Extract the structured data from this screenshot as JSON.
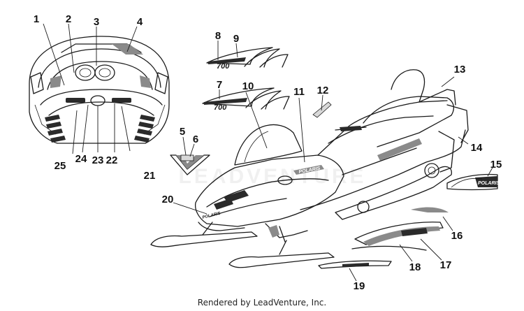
{
  "credit": "Rendered by LeadVenture, Inc.",
  "watermark": "LEADVENTURE",
  "decal_text": {
    "model_small": "700",
    "brand": "POLARIS",
    "hood_brand": "POLARIS",
    "nose_brand": "POLARIS"
  },
  "callouts": [
    "1",
    "2",
    "3",
    "4",
    "5",
    "6",
    "7",
    "8",
    "9",
    "10",
    "11",
    "12",
    "13",
    "14",
    "15",
    "16",
    "17",
    "18",
    "19",
    "20",
    "21",
    "22",
    "23",
    "24",
    "25"
  ],
  "colors": {
    "ink": "#1a1a1a",
    "shade": "#8a8a8a",
    "light": "#d8d8d8"
  }
}
